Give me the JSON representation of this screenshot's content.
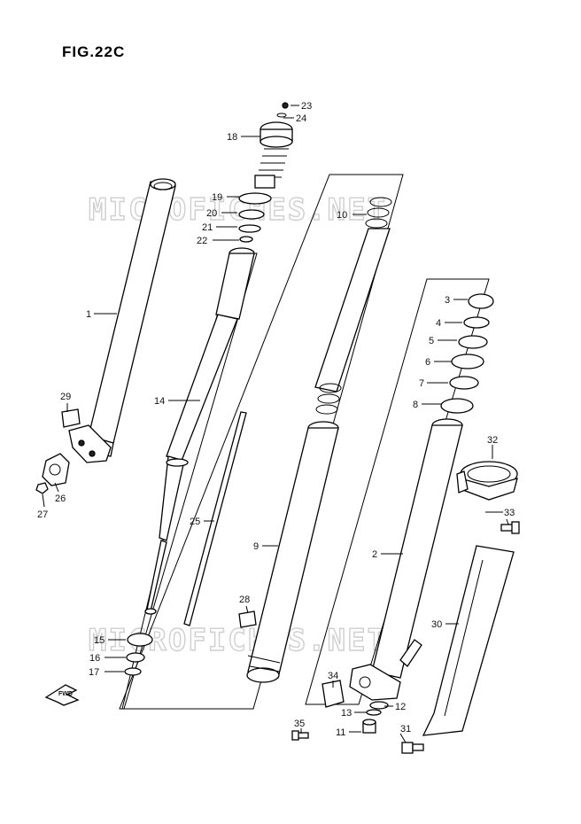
{
  "figure": {
    "title": "FIG.22C"
  },
  "watermark": {
    "text": "MICROFICHES.NET"
  },
  "fwd_label": "FWD",
  "callouts": [
    {
      "id": "c1",
      "text": "1"
    },
    {
      "id": "c2",
      "text": "2"
    },
    {
      "id": "c3",
      "text": "3"
    },
    {
      "id": "c4",
      "text": "4"
    },
    {
      "id": "c5",
      "text": "5"
    },
    {
      "id": "c6",
      "text": "6"
    },
    {
      "id": "c7",
      "text": "7"
    },
    {
      "id": "c8",
      "text": "8"
    },
    {
      "id": "c9",
      "text": "9"
    },
    {
      "id": "c10",
      "text": "10"
    },
    {
      "id": "c11",
      "text": "11"
    },
    {
      "id": "c12",
      "text": "12"
    },
    {
      "id": "c13",
      "text": "13"
    },
    {
      "id": "c14",
      "text": "14"
    },
    {
      "id": "c15",
      "text": "15"
    },
    {
      "id": "c16",
      "text": "16"
    },
    {
      "id": "c17",
      "text": "17"
    },
    {
      "id": "c18",
      "text": "18"
    },
    {
      "id": "c19",
      "text": "19"
    },
    {
      "id": "c20",
      "text": "20"
    },
    {
      "id": "c21",
      "text": "21"
    },
    {
      "id": "c22",
      "text": "22"
    },
    {
      "id": "c23",
      "text": "23"
    },
    {
      "id": "c24",
      "text": "24"
    },
    {
      "id": "c25",
      "text": "25"
    },
    {
      "id": "c26",
      "text": "26"
    },
    {
      "id": "c27",
      "text": "27"
    },
    {
      "id": "c28",
      "text": "28"
    },
    {
      "id": "c29",
      "text": "29"
    },
    {
      "id": "c30",
      "text": "30"
    },
    {
      "id": "c31",
      "text": "31"
    },
    {
      "id": "c32",
      "text": "32"
    },
    {
      "id": "c33",
      "text": "33"
    },
    {
      "id": "c34",
      "text": "34"
    },
    {
      "id": "c35",
      "text": "35"
    }
  ]
}
